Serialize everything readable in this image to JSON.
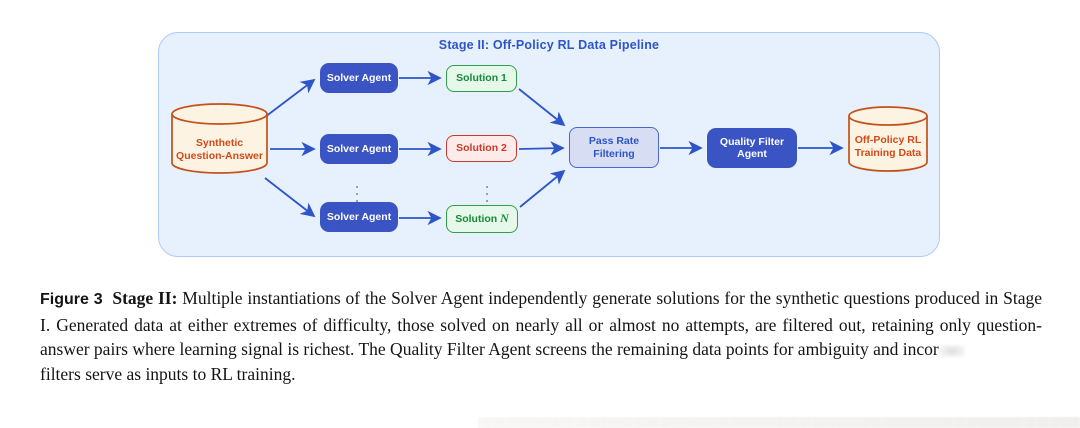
{
  "figure": {
    "panel_title": "Stage II: Off-Policy RL Data Pipeline",
    "nodes": {
      "source_db": {
        "line1": "Synthetic",
        "line2": "Question-Answer"
      },
      "solver_agent_1": "Solver Agent",
      "solver_agent_2": "Solver Agent",
      "solver_agent_3": "Solver Agent",
      "solution_1": "Solution 1",
      "solution_2": "Solution 2",
      "solution_n_prefix": "Solution ",
      "solution_n_var": "N",
      "pass_rate": {
        "line1": "Pass Rate",
        "line2": "Filtering"
      },
      "quality_filter": {
        "line1": "Quality Filter",
        "line2": "Agent"
      },
      "output_db": {
        "line1": "Off-Policy RL",
        "line2": "Training Data"
      },
      "ellipsis_dot": "."
    },
    "colors": {
      "panel_bg": "#e7f0fd",
      "panel_border": "#abccf6",
      "agent_blue": "#3a54c4",
      "title_blue": "#2d55c8",
      "arrow_blue": "#2e55c8",
      "solution_green_border": "#319e4e",
      "solution_green_text": "#168a3a",
      "solution_red_border": "#c43c31",
      "solution_red_text": "#cb3a28",
      "cylinder_border": "#c2511c",
      "cylinder_fill": "#fdf3e3",
      "cylinder_text": "#d14a17"
    }
  },
  "caption": {
    "label": "Figure 3",
    "heading": "Stage II:",
    "body": "Multiple instantiations of the Solver Agent independently generate solutions for the synthetic questions produced in Stage I. Generated data at either extremes of difficulty, those solved on nearly all or almost no attempts, are filtered out, retaining only question-answer pairs where learning signal is richest. The Quality Filter Agent screens the remaining data points for ambiguity and incor",
    "last_line": "filters serve as inputs to RL training."
  }
}
